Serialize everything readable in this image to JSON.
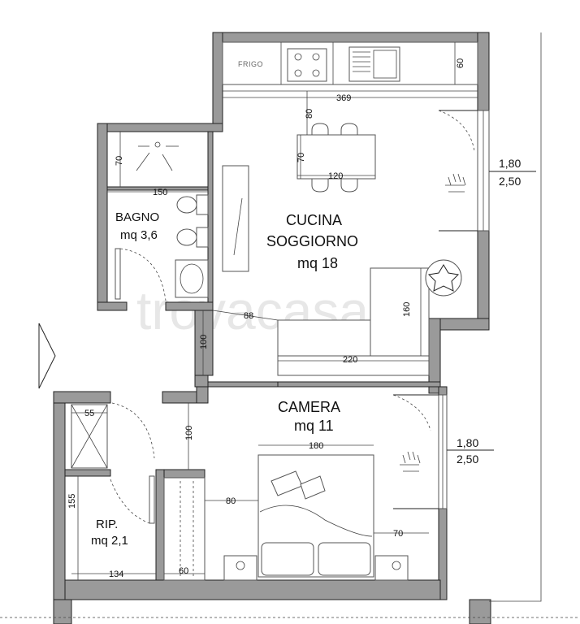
{
  "rooms": {
    "cucina_line1": "CUCINA",
    "cucina_line2": "SOGGIORNO",
    "cucina_area": "mq 18",
    "bagno": "BAGNO",
    "bagno_area": "mq 3,6",
    "camera": "CAMERA",
    "camera_area": "mq 11",
    "rip": "RIP.",
    "rip_area": "mq 2,1"
  },
  "labels": {
    "frigo": "FRIGO",
    "watermark": "trovacasa"
  },
  "dimensions": {
    "d60_kitchen": "60",
    "d369": "369",
    "d80_table": "80",
    "d70_table": "70",
    "d120": "120",
    "d70_shower": "70",
    "d150": "150",
    "d88": "88",
    "d100_hall": "100",
    "d160": "160",
    "d220": "220",
    "d55": "55",
    "d100_camera": "100",
    "d180": "180",
    "d155": "155",
    "d80_wardrobe": "80",
    "d70_bed": "70",
    "d134": "134",
    "d60_wardrobe": "60"
  },
  "windows": {
    "w1_top": "1,80",
    "w1_bottom": "2,50",
    "w2_top": "1,80",
    "w2_bottom": "2,50"
  }
}
